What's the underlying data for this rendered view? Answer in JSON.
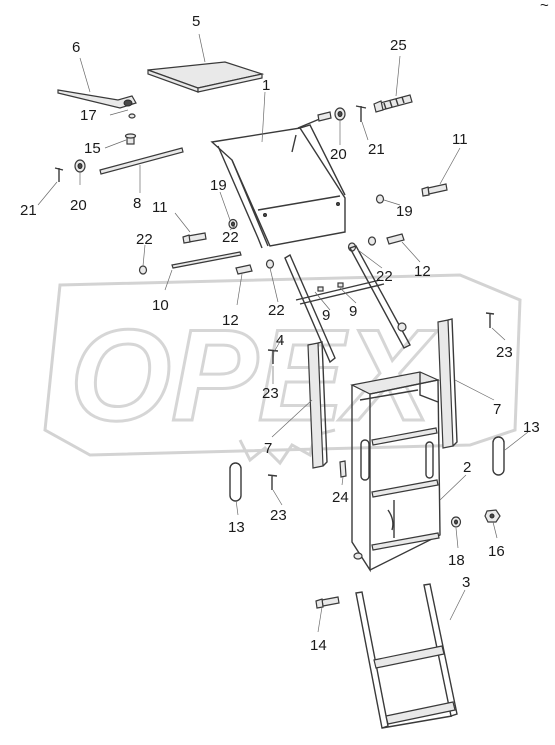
{
  "diagram": {
    "watermark_logo": "ОРЕХ",
    "corner_mark": "~",
    "callouts": [
      {
        "id": "c5",
        "text": "5"
      },
      {
        "id": "c6",
        "text": "6"
      },
      {
        "id": "c25",
        "text": "25"
      },
      {
        "id": "c1",
        "text": "1"
      },
      {
        "id": "c17",
        "text": "17"
      },
      {
        "id": "c15",
        "text": "15"
      },
      {
        "id": "c20a",
        "text": "20"
      },
      {
        "id": "c21a",
        "text": "21"
      },
      {
        "id": "c11a",
        "text": "11"
      },
      {
        "id": "c21b",
        "text": "21"
      },
      {
        "id": "c20b",
        "text": "20"
      },
      {
        "id": "c8",
        "text": "8"
      },
      {
        "id": "c19a",
        "text": "19"
      },
      {
        "id": "c19b",
        "text": "19"
      },
      {
        "id": "c11b",
        "text": "11"
      },
      {
        "id": "c22a",
        "text": "22"
      },
      {
        "id": "c22b",
        "text": "22"
      },
      {
        "id": "c12a",
        "text": "12"
      },
      {
        "id": "c22c",
        "text": "22"
      },
      {
        "id": "c10",
        "text": "10"
      },
      {
        "id": "c12b",
        "text": "12"
      },
      {
        "id": "c22d",
        "text": "22"
      },
      {
        "id": "c9a",
        "text": "9"
      },
      {
        "id": "c9b",
        "text": "9"
      },
      {
        "id": "c4",
        "text": "4"
      },
      {
        "id": "c23a",
        "text": "23"
      },
      {
        "id": "c23b",
        "text": "23"
      },
      {
        "id": "c7a",
        "text": "7"
      },
      {
        "id": "c7b",
        "text": "7"
      },
      {
        "id": "c13a",
        "text": "13"
      },
      {
        "id": "c13b",
        "text": "13"
      },
      {
        "id": "c23c",
        "text": "23"
      },
      {
        "id": "c24",
        "text": "24"
      },
      {
        "id": "c2",
        "text": "2"
      },
      {
        "id": "c18",
        "text": "18"
      },
      {
        "id": "c16",
        "text": "16"
      },
      {
        "id": "c3",
        "text": "3"
      },
      {
        "id": "c14",
        "text": "14"
      }
    ]
  }
}
